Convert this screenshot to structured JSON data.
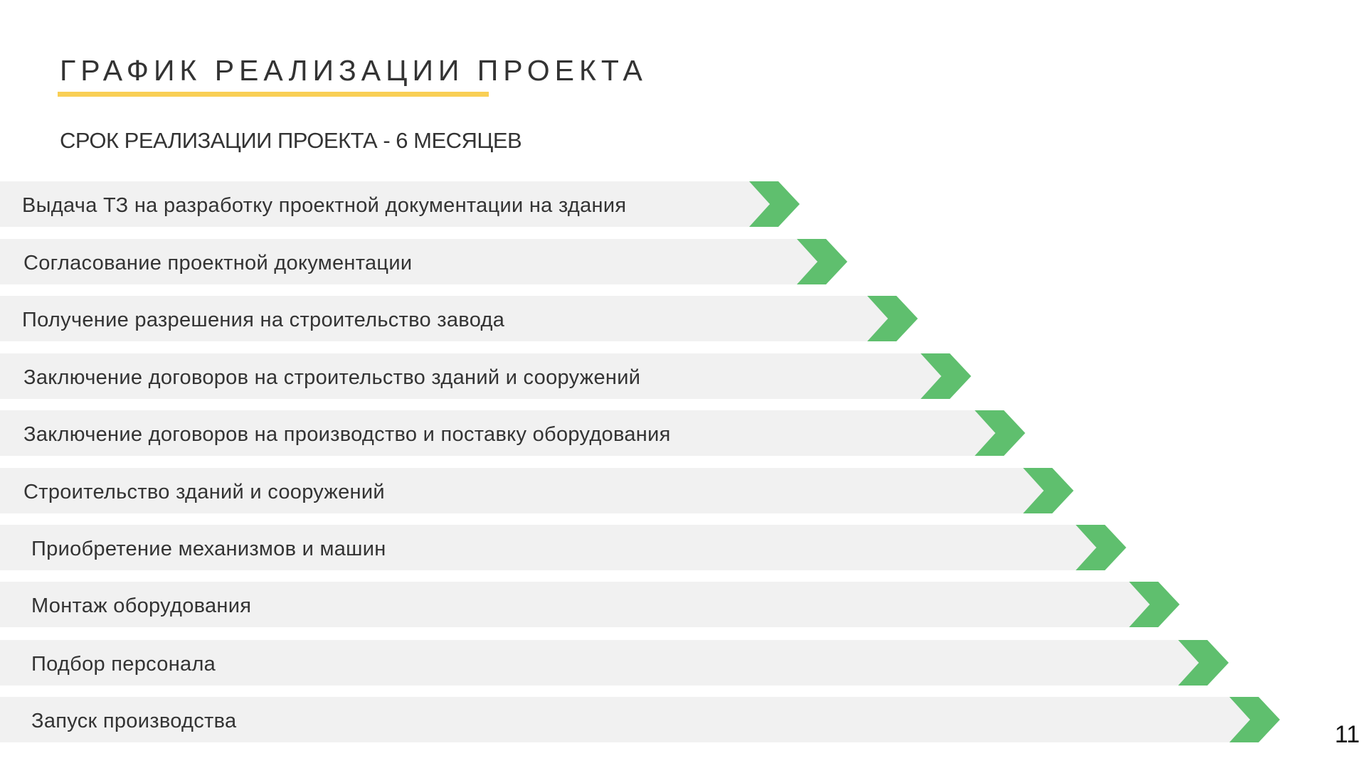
{
  "header": {
    "title": "ГРАФИК РЕАЛИЗАЦИИ ПРОЕКТА",
    "subtitle": "СРОК РЕАЛИЗАЦИИ ПРОЕКТА - 6 МЕСЯЦЕВ"
  },
  "colors": {
    "accent_yellow": "#f9cf55",
    "arrow_green": "#5fbf6e",
    "bar_gray": "#f1f1f1"
  },
  "steps": [
    {
      "label": "Выдача ТЗ на разработку проектной документации на здания"
    },
    {
      "label": "Согласование проектной документации"
    },
    {
      "label": "Получение разрешения на строительство завода"
    },
    {
      "label": "Заключение договоров на строительство зданий и сооружений"
    },
    {
      "label": "Заключение договоров на производство и поставку оборудования"
    },
    {
      "label": "Строительство зданий и сооружений"
    },
    {
      "label": "Приобретение механизмов и машин"
    },
    {
      "label": "Монтаж оборудования"
    },
    {
      "label": "Подбор персонала"
    },
    {
      "label": "Запуск производства"
    }
  ],
  "page_number": "11"
}
